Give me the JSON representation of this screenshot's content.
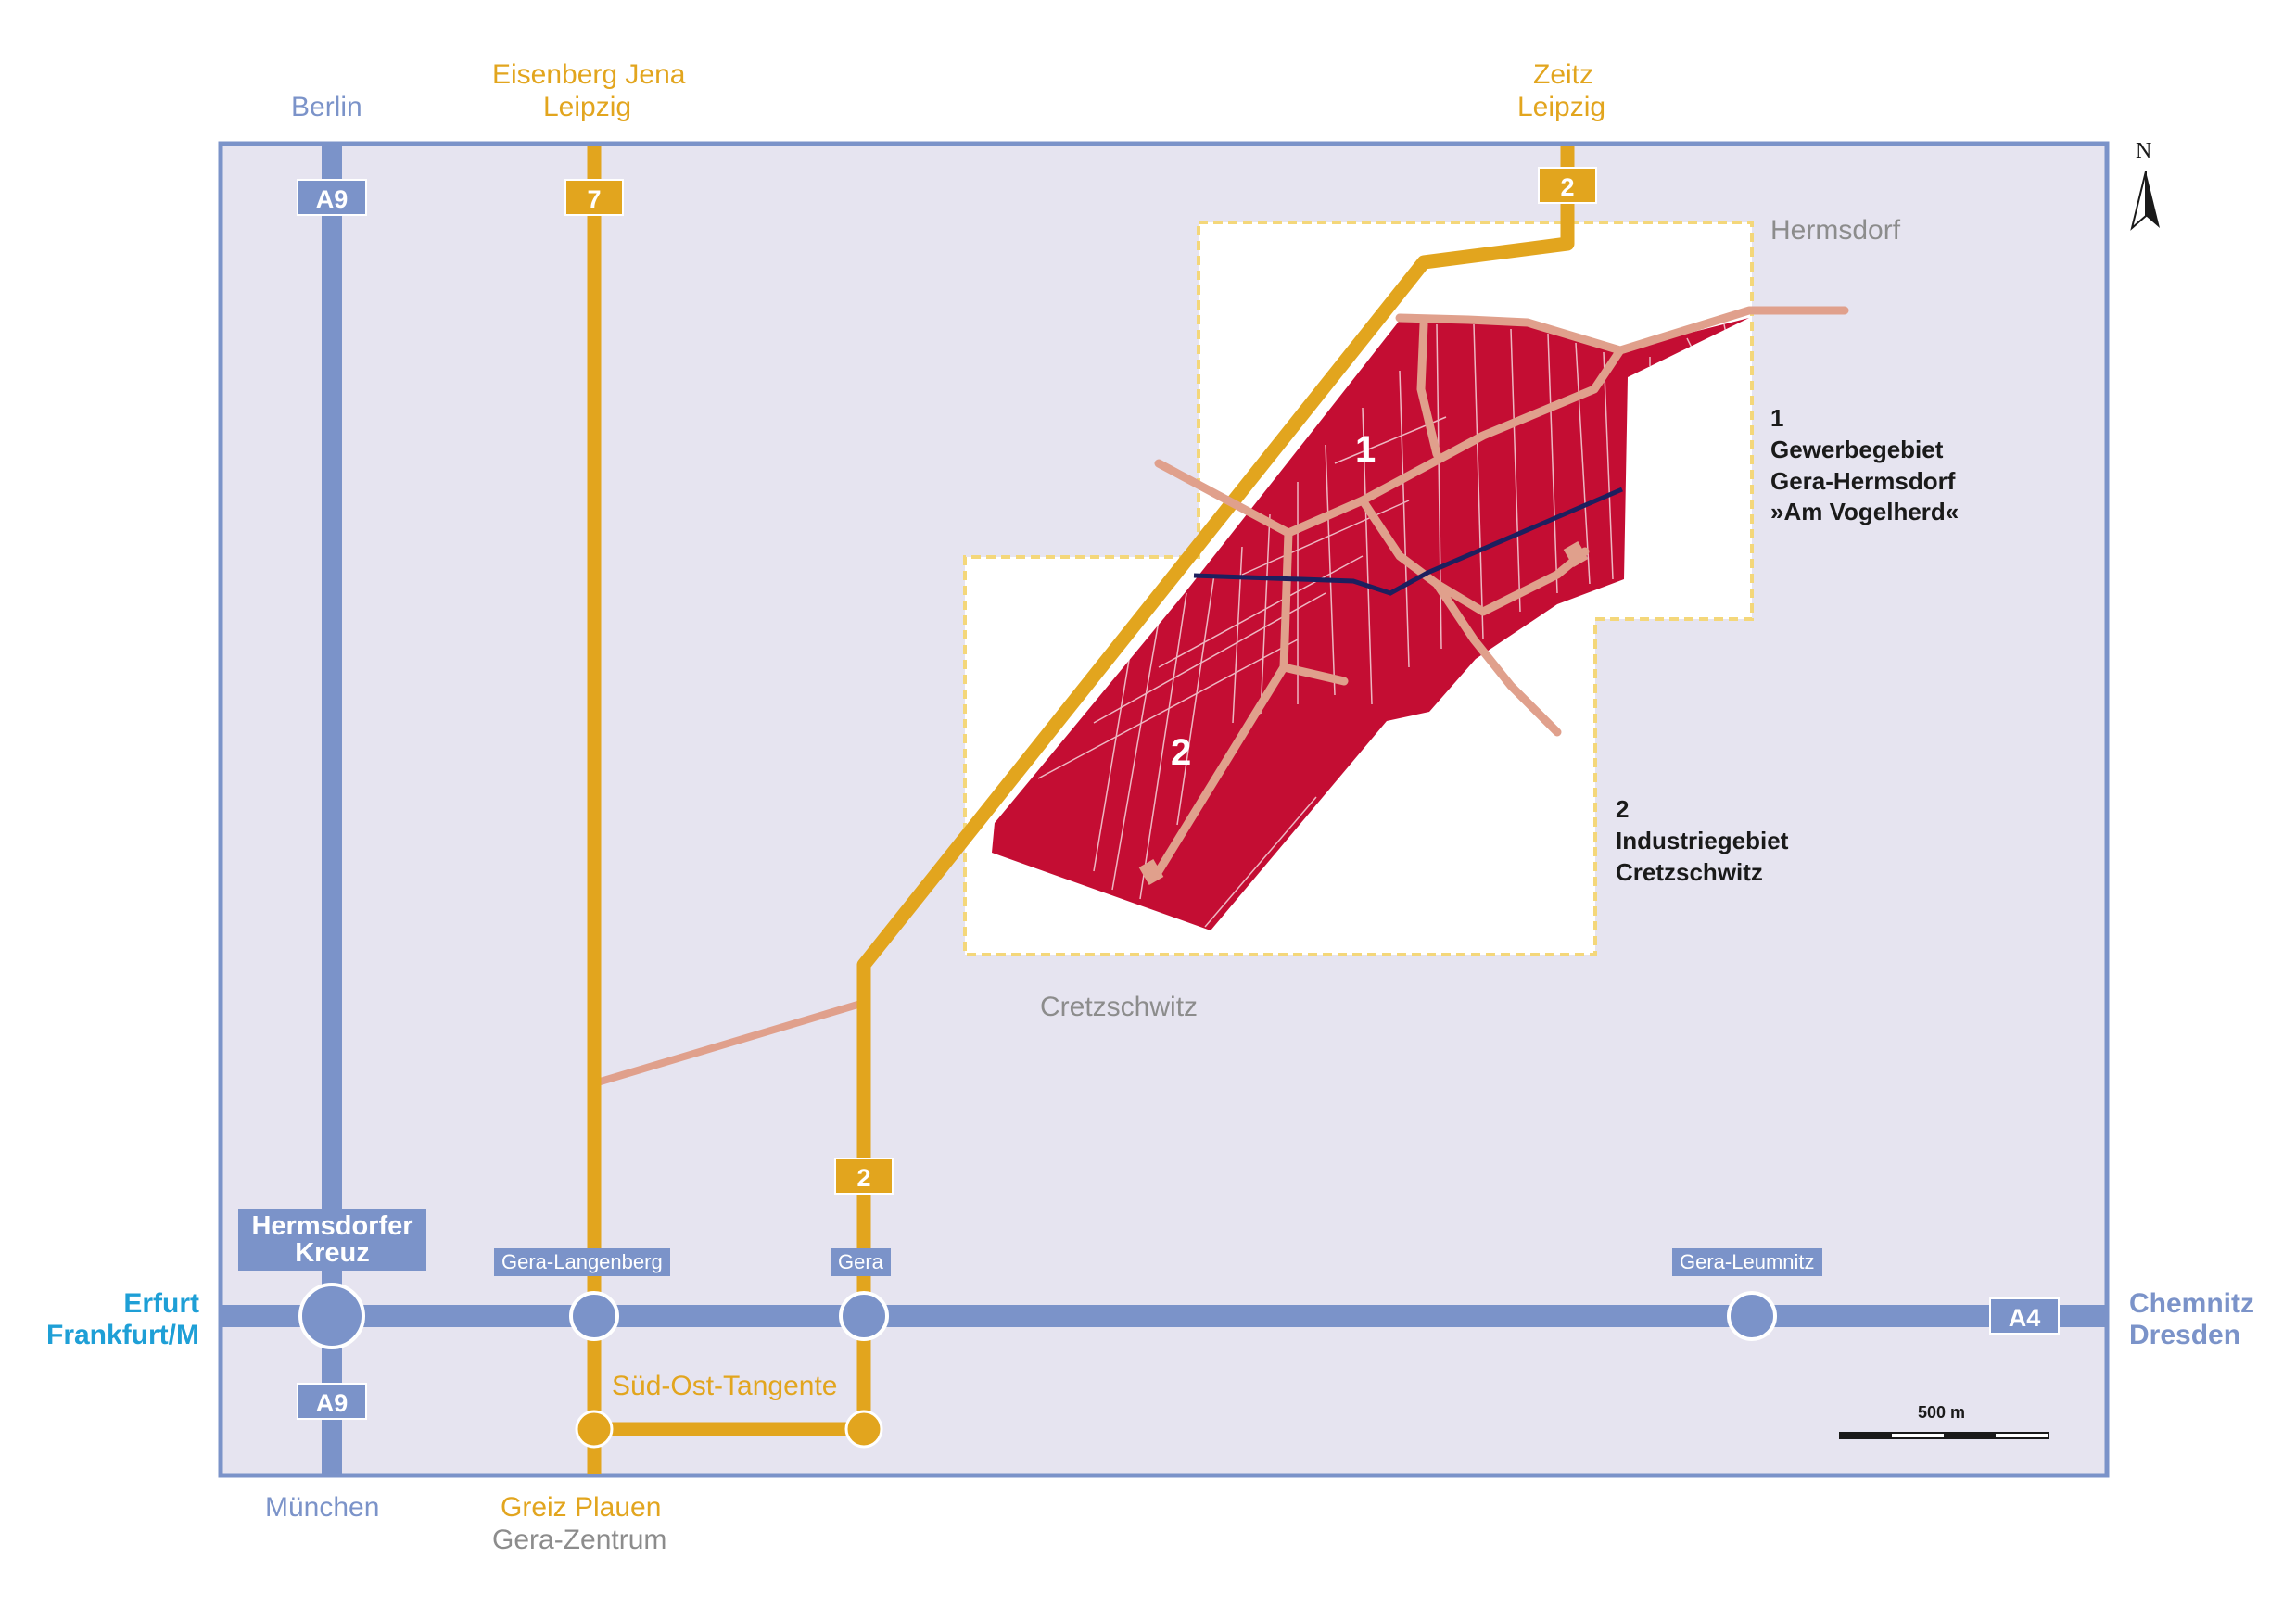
{
  "cities": {
    "berlin": "Berlin",
    "muenchen": "München",
    "erfurt": "Erfurt",
    "frankfurt": "Frankfurt/M",
    "chemnitz": "Chemnitz",
    "dresden": "Dresden",
    "eisenberg_jena": "Eisenberg Jena",
    "leipzig_left": "Leipzig",
    "zeitz": "Zeitz",
    "leipzig_right": "Leipzig",
    "greiz_plauen": "Greiz Plauen",
    "gera_zentrum": "Gera-Zentrum"
  },
  "places": {
    "hermsdorf": "Hermsdorf",
    "cretzschwitz": "Cretzschwitz"
  },
  "roads": {
    "a9_top": "A9",
    "a9_bottom": "A9",
    "a4": "A4",
    "b7": "7",
    "b2_top": "2",
    "b2_mid": "2",
    "sued_ost_tangente": "Süd-Ost-Tangente"
  },
  "junctions": {
    "hermsdorfer_kreuz_line1": "Hermsdorfer",
    "hermsdorfer_kreuz_line2": "Kreuz",
    "gera_langenberg": "Gera-Langenberg",
    "gera": "Gera",
    "gera_leumnitz": "Gera-Leumnitz"
  },
  "areas": {
    "area1_number": "1",
    "area2_number": "2"
  },
  "legend": {
    "item1_number": "1",
    "item1_line1": "Gewerbegebiet",
    "item1_line2": "Gera-Hermsdorf",
    "item1_line3": "»Am Vogelherd«",
    "item2_number": "2",
    "item2_line1": "Industriegebiet",
    "item2_line2": "Cretzschwitz"
  },
  "north_arrow": {
    "label": "N",
    "icon": "north-arrow-icon"
  },
  "scale_bar": {
    "label": "500 m"
  },
  "colors": {
    "background": "#e6e4f0",
    "autobahn": "#7b93c9",
    "bundesstrasse": "#e2a51e",
    "local_road": "#e0a08c",
    "industrial_area": "#c40d33",
    "railway": "#1d1f5e",
    "detail_frame": "#f4d77a"
  }
}
